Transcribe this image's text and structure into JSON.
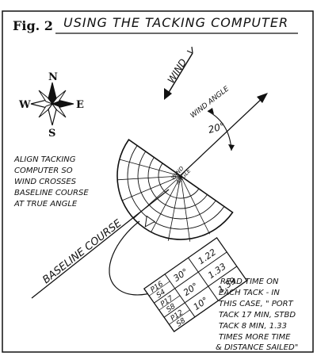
{
  "figure": {
    "label": "Fig. 2",
    "title": "USING THE TACKING COMPUTER"
  },
  "compass": {
    "n": "N",
    "e": "E",
    "s": "S",
    "w": "W"
  },
  "wind": {
    "label": "WIND",
    "angle_label": "WIND ANGLE",
    "angle_value": "20°"
  },
  "computer": {
    "center_label_line1": "WIND",
    "center_label_line2": "ANGLE"
  },
  "baseline": {
    "label": "BASELINE COURSE"
  },
  "align_note": [
    "ALIGN TACKING",
    "COMPUTER SO",
    "WIND CROSSES",
    "BASELINE COURSE",
    "AT TRUE ANGLE"
  ],
  "table": {
    "rows": [
      {
        "left_top": "P16",
        "left_bottom": "S4",
        "angle": "30°",
        "ratio": "1.22"
      },
      {
        "left_top": "P17",
        "left_bottom": "S8",
        "angle": "20°",
        "ratio": "1.33"
      },
      {
        "left_top": "P12",
        "left_bottom": "S8",
        "angle": "10°",
        "ratio": "1.39"
      }
    ]
  },
  "read_note": [
    "READ TIME ON",
    "EACH TACK - IN",
    "THIS CASE, \" PORT",
    "TACK 17 MIN, STBD",
    "TACK 8 MIN, 1.33",
    "TIMES MORE TIME",
    "& DISTANCE SAILED\""
  ],
  "colors": {
    "ink": "#111111",
    "paper": "#ffffff"
  }
}
